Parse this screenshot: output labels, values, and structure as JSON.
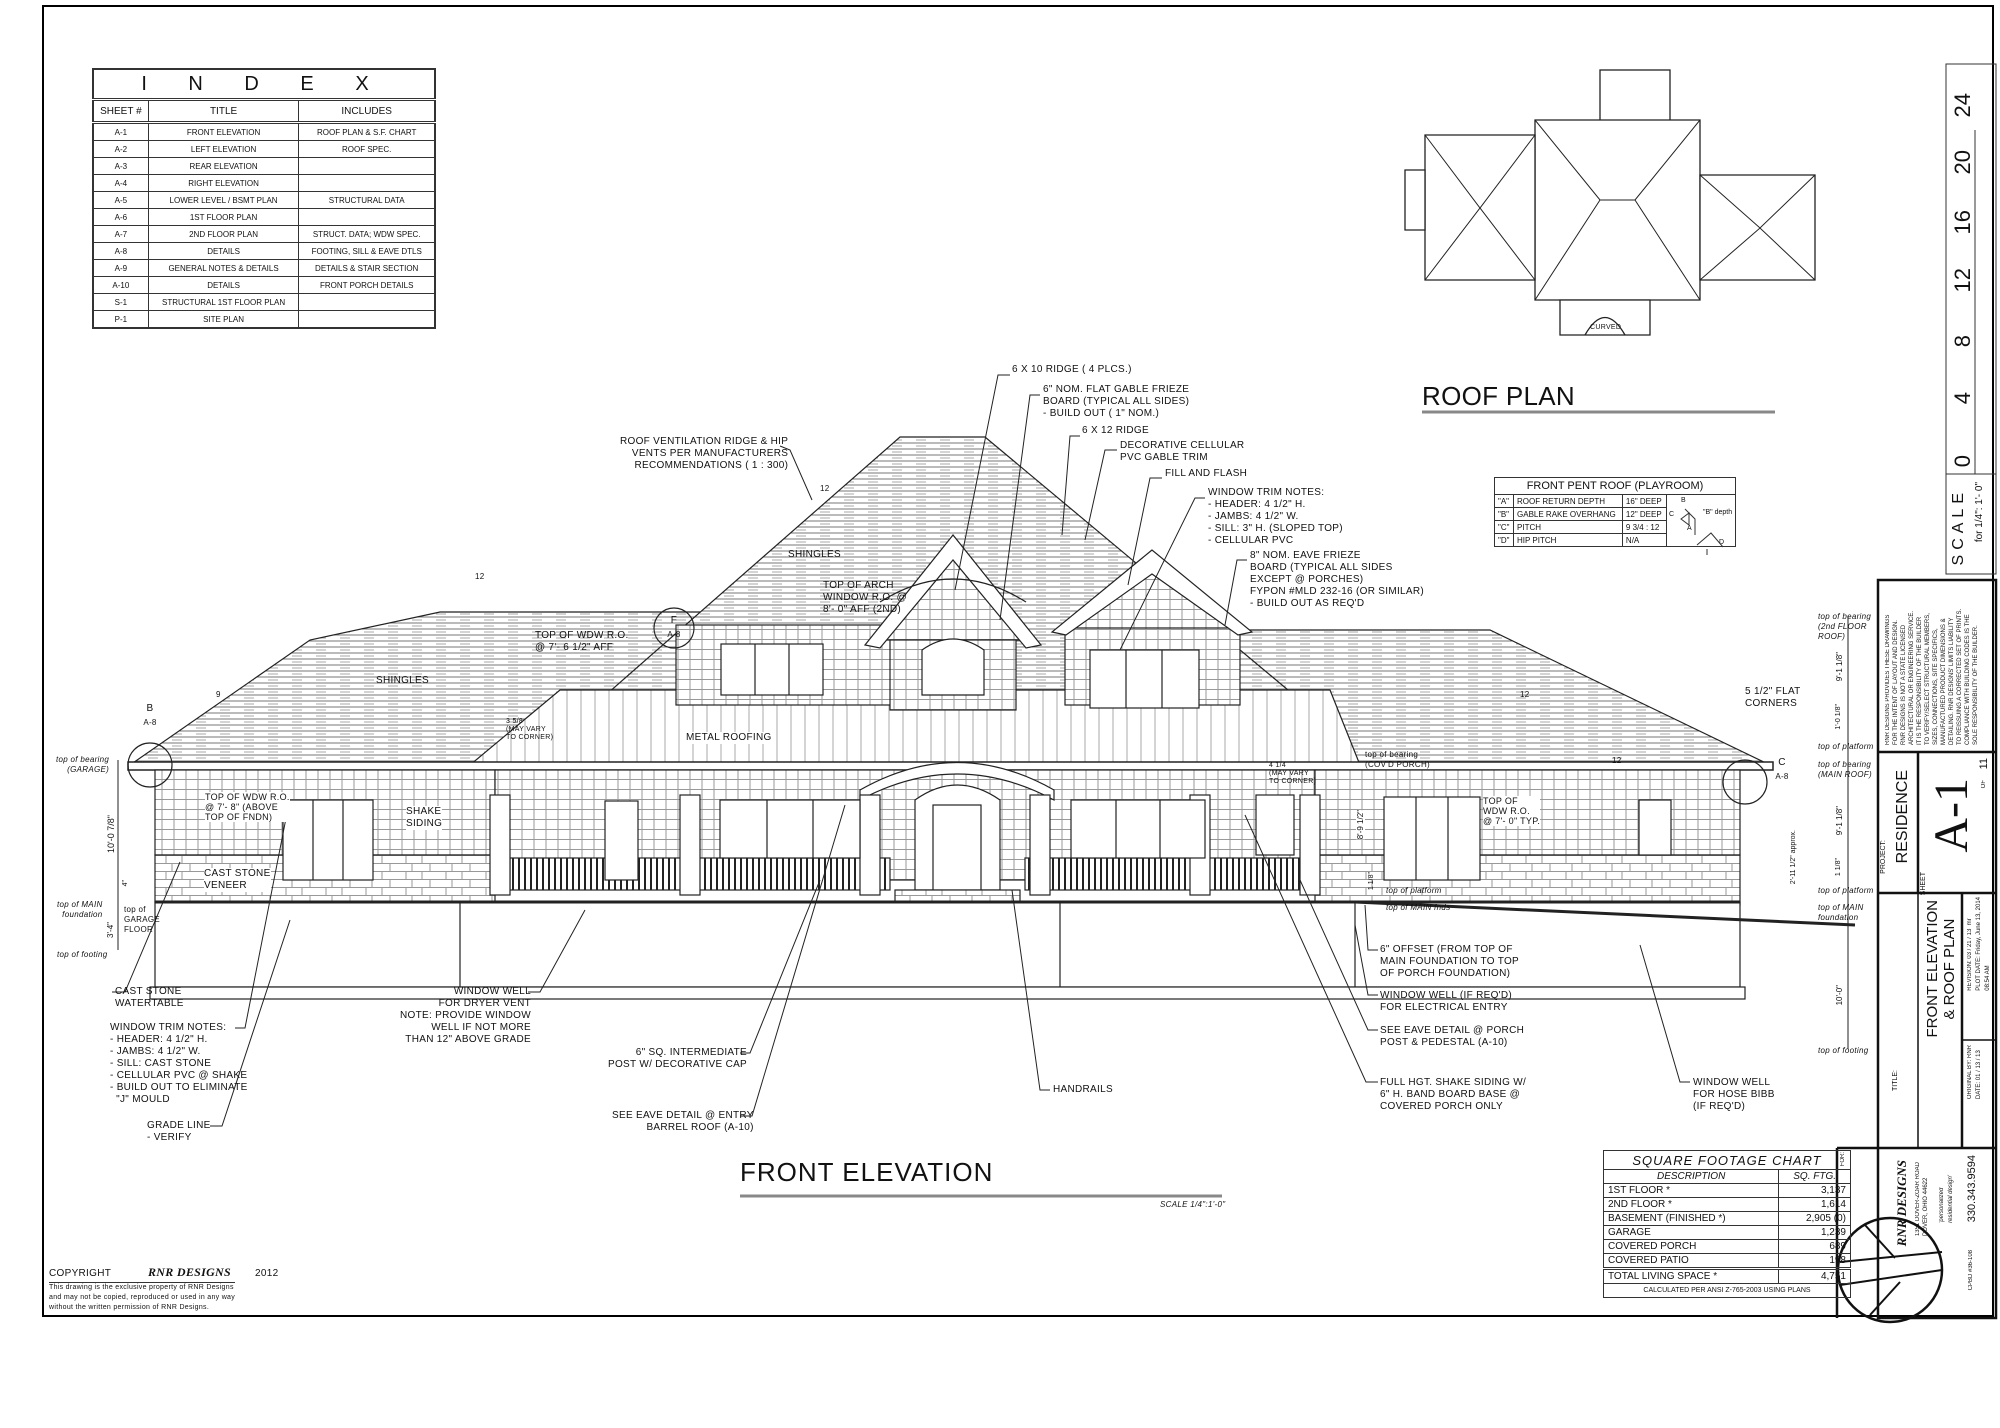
{
  "index": {
    "title": "I N D E X",
    "headers": [
      "SHEET #",
      "TITLE",
      "INCLUDES"
    ],
    "rows": [
      [
        "A-1",
        "FRONT ELEVATION",
        "ROOF PLAN & S.F. CHART"
      ],
      [
        "A-2",
        "LEFT ELEVATION",
        "ROOF SPEC."
      ],
      [
        "A-3",
        "REAR ELEVATION",
        ""
      ],
      [
        "A-4",
        "RIGHT ELEVATION",
        ""
      ],
      [
        "A-5",
        "LOWER LEVEL / BSMT PLAN",
        "STRUCTURAL DATA"
      ],
      [
        "A-6",
        "1st FLOOR PLAN",
        ""
      ],
      [
        "A-7",
        "2nd FLOOR PLAN",
        "STRUCT. DATA; WDW SPEC."
      ],
      [
        "A-8",
        "DETAILS",
        "FOOTING, SILL & EAVE DTLS"
      ],
      [
        "A-9",
        "GENERAL NOTES & DETAILS",
        "DETAILS & STAIR SECTION"
      ],
      [
        "A-10",
        "DETAILS",
        "FRONT PORCH DETAILS"
      ],
      [
        "S-1",
        "STRUCTURAL 1st FLOOR PLAN",
        ""
      ],
      [
        "P-1",
        "SITE PLAN",
        ""
      ]
    ]
  },
  "roof_plan": {
    "title": "ROOF PLAN",
    "curved_label": "CURVED"
  },
  "pent_roof": {
    "title": "FRONT PENT ROOF (PLAYROOM)",
    "rows": [
      [
        "\"A\"",
        "ROOF RETURN DEPTH",
        "16\" deep"
      ],
      [
        "\"B\"",
        "GABLE RAKE OVERHANG",
        "12\" deep"
      ],
      [
        "\"C\"",
        "PITCH",
        "9 3/4 : 12"
      ],
      [
        "\"D\"",
        "HIP PITCH",
        "N/A"
      ]
    ],
    "diagram_labels": [
      "B",
      "C",
      "A",
      "\"B\" depth",
      "D"
    ]
  },
  "scale_bar": {
    "ticks": [
      "0",
      "4",
      "8",
      "12",
      "16",
      "20",
      "24"
    ],
    "label": "SCALE",
    "sublabel": "for 1/4\": 1'- 0\""
  },
  "title_block": {
    "disclaimer": "RNR DESIGNS PROVIDES THESE DRAWINGS\nFOR THE INTENT OF LAYOUT AND DESIGN.\nRNR DESIGNS IS NOT A STATE LICENSED\nARCHITECTURAL OR ENGINEERING SERVICE.\nIT IS THE RESPONSIBILITY OF THE BUILDER\nTO VERIFY/SELECT STRUCTURAL MEMBERS,\nSIZES, CONNECTIONS, SITE SPECIFICS,\nMANUFACTURED PRODUCT DIMENSIONS &\nDETAILING. RNR DESIGNS' LIMITS LIABILITY\nTO REISSUING A CORRECTED SET OF PRINTS.\nCOMPLIANCE WITH BUILDING CODES IS THE\nSOLE RESPONSIBILITY OF THE BUILDER.",
    "project_label": "PROJECT:",
    "project": "RESIDENCE",
    "sheet_label": "SHEET",
    "sheet": "A-1",
    "of_label": "OF",
    "sheet_total": "11",
    "title_label": "TITLE:",
    "title": "FRONT ELEVATION\n& ROOF PLAN",
    "revision": "REVISION: 03 / 21 / 13  mr\nPLOT DATE: Friday, June 13, 2014\n08:54 AM",
    "original": "ORIGINAL BY: RNR\nDATE: 01 / 13 / 13",
    "for_label": "FOR:",
    "company": "RNR DESIGNS",
    "address": "1351 DOVER-ZOAR ROAD\nDOVER, OHIO 44622",
    "tagline": "'personalized\nresidential design'",
    "phone": "330.343.9594",
    "cert": "CPBD #36-108"
  },
  "copyright": {
    "label": "COPYRIGHT",
    "company": "RNR DESIGNS",
    "year": "2012",
    "text": "This drawing is the exclusive property of RNR Designs\nand may not be copied, reproduced or used in any way\nwithout the written permission of RNR Designs."
  },
  "elevation": {
    "title": "FRONT ELEVATION",
    "scale": "SCALE 1/4\":1'-0\"",
    "callouts": {
      "ridge_6x10": "6 X 10 RIDGE ( 4 plcs.)",
      "gable_frieze": "6\" nom. FLAT GABLE FRIEZE\nBOARD (typical ALL SIDES)\n- BUILD OUT ( 1\" nom.)",
      "ridge_6x12": "6 X 12 RIDGE",
      "gable_trim": "DECORATIVE CELLULAR\nPVC GABLE TRIM",
      "fill_flash": "FILL and FLASH",
      "window_trim_upper": "WINDOW TRIM NOTES:\n- HEADER: 4 1/2\" h.\n- JAMBS: 4 1/2\" w.\n- SILL: 3\" h. (SLOPED TOP)\n- CELLULAR PVC",
      "eave_frieze": "8\" nom. EAVE FRIEZE\nBOARD (typical ALL SIDES\nexcept @ PORCHES)\nFYPON #MLD 232-16 (or similar)\n- BUILD OUT as REQ'D",
      "roof_vent": "ROOF VENTILATION RIDGE & HIP\nVENTS per MANUFACTURERS\nRECOMMENDATIONS ( 1 : 300)",
      "shingles_1": "SHINGLES",
      "shingles_2": "SHINGLES",
      "arch_window": "TOP of ARCH\nWINDOW R.O. @\n8'- 0\" AFF (2nd)",
      "wdw_ro_upper": "TOP of WDW R.O.\n@ 7'- 6 1/2\" AFF",
      "metal_roofing": "METAL ROOFING",
      "vary_left": "3 5/8\n(MAY VARY\nto CORNER)",
      "vary_right": "4 1/4\n(MAY VARY\nto CORNER)",
      "bearing_porch": "top of bearing\n(COV'D PORCH)",
      "wdw_ro_left": "TOP of WDW R.O.\n@ 7'- 8\" (ABOVE\ntop of FNDN)",
      "shake_siding": "SHAKE\nSIDING",
      "cast_stone_veneer": "CAST STONE\nVENEER",
      "wdw_ro_right": "TOP of\nWDW R.O.\n@ 7'- 0\" typ.",
      "flat_corners": "5 1/2\" FLAT\nCORNERS",
      "watertable": "CAST STONE\nWATERTABLE",
      "window_trim_lower": "WINDOW TRIM NOTES:\n- HEADER: 4 1/2\" h.\n- JAMBS: 4 1/2\" w.\n- SILL: CAST STONE\n- CELLULAR PVC @ SHAKE\n- BUILD OUT to ELIMINATE\n  \"J\" MOULD",
      "grade_line": "GRADE LINE\n- VERIFY",
      "window_well_dryer": "WINDOW WELL\nfor DRYER VENT\nNOTE: PROVIDE WINDOW\nWELL IF NOT MORE\nTHAN 12\" ABOVE GRADE",
      "intermediate_post": "6\" sq. INTERMEDIATE\nPOST w/ DECORATIVE CAP",
      "entry_barrel": "SEE EAVE DETAIL @ ENTRY\nBARREL ROOF (A-10)",
      "handrails": "HANDRAILS",
      "offset": "6\" OFFSET (from top of\nMAIN FOUNDATION to top\nof PORCH FOUNDATION)",
      "window_well_elec": "WINDOW WELL (if REQ'D)\nfor ELECTRICAL ENTRY",
      "porch_post": "SEE EAVE DETAIL @ PORCH\nPOST & PEDESTAL (A-10)",
      "full_shake": "FULL hgt. SHAKE SIDING w/\n6\" h. BAND BOARD BASE @\nCOVERED PORCH ONLY",
      "window_well_hose": "WINDOW WELL\nfor HOSE BIBB\n(if REQ'D)"
    },
    "levels": {
      "bearing_garage": "top of bearing\n(GARAGE)",
      "main_fdn_left": "top of MAIN\nfoundation",
      "garage_floor": "top of\nGARAGE\nFLOOR",
      "footing_left": "top of footing",
      "bearing_2nd": "top of bearing\n(2nd FLOOR\nROOF)",
      "platform_upper": "top of platform",
      "bearing_main": "top of bearing\n(MAIN ROOF)",
      "platform_lower": "top of platform",
      "main_fdn_right": "top of MAIN\nfoundation",
      "footing_right": "top of footing",
      "platform_porch": "top of platform",
      "main_fnds_porch": "top of MAIN fnds"
    },
    "dimensions": {
      "left_wall": "10'-0 7/8\"",
      "left_found": "3'-4\"",
      "left_step": "4\"",
      "right_upper": "9'-1 1/8\"",
      "right_platform": "1'-0 1/8\"",
      "right_main": "9'-1 1/8\"",
      "right_plat2": "1 1/8\"",
      "right_found": "10'-0\"",
      "stone_height": "2'-11 1/2\" approx.",
      "porch_wall": "8'-9 1/2\"",
      "porch_step": "1 1/8\""
    },
    "detail_tags": [
      {
        "letter": "F",
        "sheet": "A-8"
      },
      {
        "letter": "B",
        "sheet": "A-8"
      },
      {
        "letter": "C",
        "sheet": "A-8"
      }
    ],
    "pitch_labels": [
      "12",
      "9",
      "12",
      "12",
      "12"
    ]
  },
  "sqft_chart": {
    "title": "SQUARE FOOTAGE CHART",
    "headers": [
      "DESCRIPTION",
      "SQ. FTG."
    ],
    "rows": [
      [
        "1st FLOOR *",
        "3,137"
      ],
      [
        "2nd FLOOR *",
        "1,614"
      ],
      [
        "BASEMENT (FINISHED *)",
        "2,905 (0)"
      ],
      [
        "GARAGE",
        "1,239"
      ],
      [
        "COVERED PORCH",
        "689"
      ],
      [
        "COVERED PATIO",
        "198"
      ],
      [
        "TOTAL LIVING SPACE *",
        "4,751"
      ]
    ],
    "note": "CALCULATED PER ANSI Z-765-2003 USING PLANS"
  }
}
